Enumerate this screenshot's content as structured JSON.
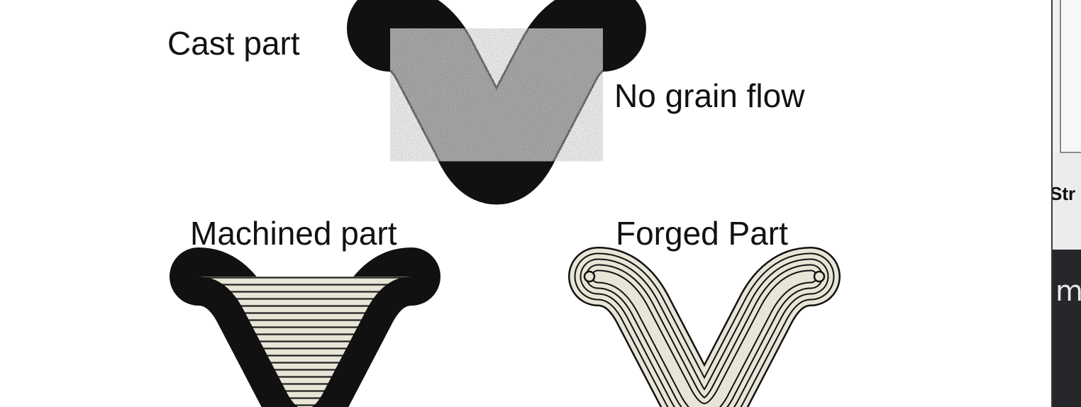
{
  "labels": {
    "cast": "Cast part",
    "no_grain": "No grain flow",
    "machined": "Machined part",
    "forged": "Forged Part"
  },
  "side_panel": {
    "cut_text": "Str",
    "dark_text": "mi"
  },
  "colors": {
    "cast_fill": "#b3b3b3",
    "part_fill": "#e8e4d6",
    "outline": "#111111",
    "dark_panel": "#26272b"
  }
}
